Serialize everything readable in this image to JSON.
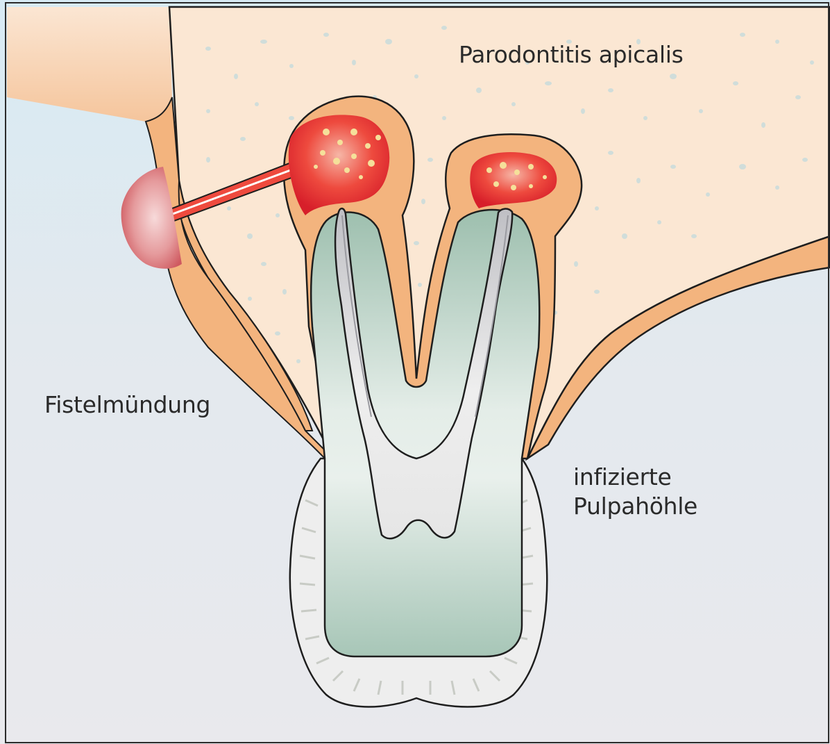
{
  "labels": {
    "parodontitis": "Parodontitis apicalis",
    "fistel": "Fistelmündung",
    "pulpa_line1": "infizierte",
    "pulpa_line2": "Pulpahöhle"
  },
  "colors": {
    "bone": "#fbe8d6",
    "bone_pore": "#cfe0e0",
    "periodontal_ligament": "#f3b47e",
    "gingiva_gradient_top": "#f8c9a4",
    "oral_mucosa_light": "#d5e8f2",
    "oral_background": "#e6e8ec",
    "enamel": "#ececec",
    "dentin": "#a9c8bb",
    "pulp": "#d9d9db",
    "abscess": "#e8262f",
    "abscess_pus": "#f5e09a",
    "fistula_opening": "#d65b62",
    "outline": "#1e1e1e"
  },
  "icons": [
    "tooth-cross-section",
    "abscess",
    "fistula-tract"
  ]
}
